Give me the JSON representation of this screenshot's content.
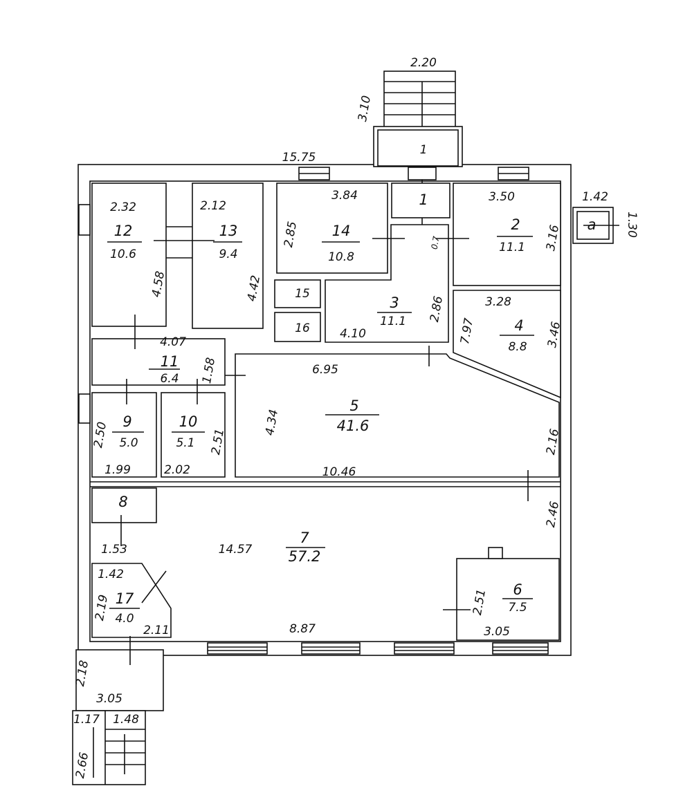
{
  "title": "Floor plan",
  "rooms": [
    {
      "number": "1",
      "area": ""
    },
    {
      "number": "2",
      "area": "11.1"
    },
    {
      "number": "3",
      "area": "11.1"
    },
    {
      "number": "4",
      "area": "8.8"
    },
    {
      "number": "5",
      "area": "41.6"
    },
    {
      "number": "6",
      "area": "7.5"
    },
    {
      "number": "7",
      "area": "57.2"
    },
    {
      "number": "8",
      "area": ""
    },
    {
      "number": "9",
      "area": "5.0"
    },
    {
      "number": "10",
      "area": "5.1"
    },
    {
      "number": "11",
      "area": "6.4"
    },
    {
      "number": "12",
      "area": "10.6"
    },
    {
      "number": "13",
      "area": "9.4"
    },
    {
      "number": "14",
      "area": "10.8"
    },
    {
      "number": "15",
      "area": ""
    },
    {
      "number": "16",
      "area": ""
    },
    {
      "number": "17",
      "area": "4.0"
    },
    {
      "number": "a",
      "area": ""
    }
  ],
  "entrance_label": "1",
  "dimensions": [
    "2.20",
    "3.10",
    "15.75",
    "1.42",
    "1.30",
    "2.32",
    "4.58",
    "2.12",
    "4.42",
    "3.84",
    "2.85",
    "3.50",
    "3.16",
    "4.10",
    "2.86",
    "3.28",
    "3.46",
    "7.97",
    "4.07",
    "1.58",
    "6.95",
    "4.34",
    "10.46",
    "2.16",
    "2.50",
    "1.99",
    "2.51",
    "2.02",
    "1.53",
    "14.57",
    "2.46",
    "8.87",
    "1.42",
    "2.19",
    "2.11",
    "2.51",
    "3.05",
    "2.18",
    "3.05",
    "1.17",
    "1.48",
    "2.66",
    "0.7"
  ]
}
